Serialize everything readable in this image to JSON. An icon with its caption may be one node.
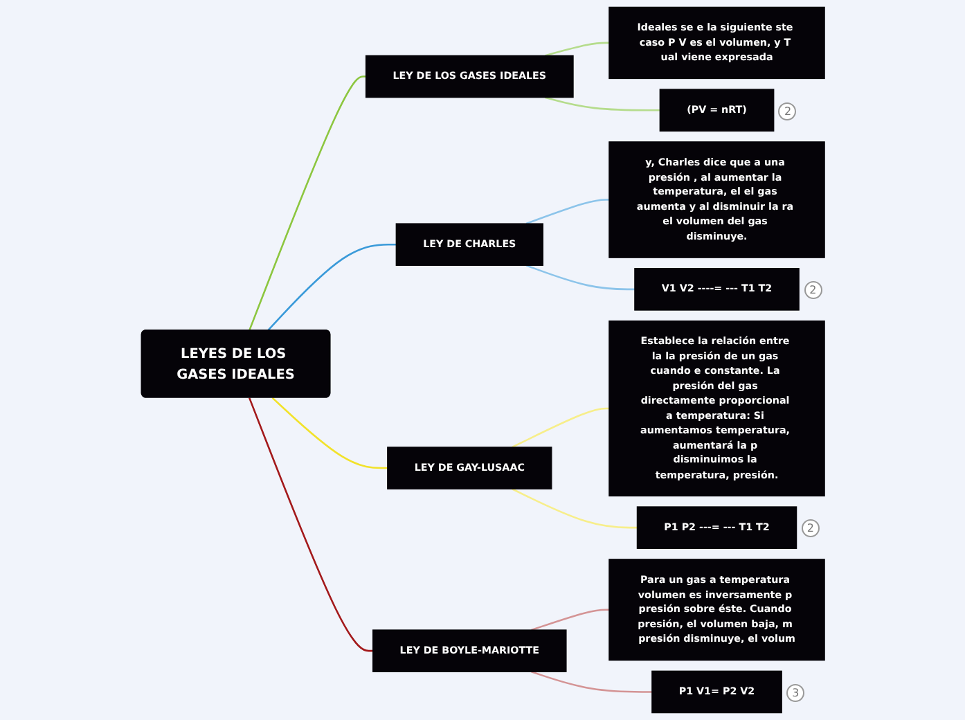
{
  "diagram": {
    "nodes": [
      {
        "text": [
          "LEYES DE LOS GASES IDEALES"
        ]
      },
      {
        "text": [
          "LEY DE LOS GASES IDEALES"
        ]
      },
      {
        "text": [
          "Ideales se e la siguiente ste caso P V es el volumen, y T ual viene expresada"
        ]
      },
      {
        "text": [
          "(PV = nRT)"
        ],
        "beside": [
          "2"
        ]
      },
      {
        "text": [
          "LEY DE CHARLES"
        ]
      },
      {
        "text": [
          "y, Charles dice que a una presión , al aumentar la temperatura, el el gas aumenta y al disminuir la ra el volumen del gas disminuye."
        ]
      },
      {
        "text": [
          "V1 V2 ----= --- T1 T2"
        ],
        "beside": [
          "2"
        ]
      },
      {
        "text": [
          "LEY DE GAY-LUSAAC"
        ]
      },
      {
        "text": [
          "Establece la relación entre la la presión de un gas cuando e constante. La presión del gas directamente proporcional a temperatura: Si aumentamos temperatura, aumentará la p disminuimos la temperatura, presión."
        ]
      },
      {
        "text": [
          "P1 P2 ---= --- T1 T2"
        ],
        "beside": [
          "2"
        ]
      },
      {
        "text": [
          "LEY DE BOYLE-MARIOTTE"
        ]
      },
      {
        "text": [
          "Para un gas a temperatura volumen es inversamente p presión sobre éste. Cuando presión, el volumen baja, m presión disminuye, el volum"
        ]
      },
      {
        "text": [
          "P1 V1= P2 V2"
        ],
        "beside": [
          "3"
        ]
      }
    ],
    "edges": [
      {
        "from": 0,
        "to": 1,
        "arrow": "none",
        "color": "#8cc63f"
      },
      {
        "from": 1,
        "to": 2,
        "arrow": "none",
        "color": "#b5dc8c"
      },
      {
        "from": 1,
        "to": 3,
        "arrow": "none",
        "color": "#b5dc8c"
      },
      {
        "from": 0,
        "to": 4,
        "arrow": "none",
        "color": "#3a9ad9"
      },
      {
        "from": 4,
        "to": 5,
        "arrow": "none",
        "color": "#8cc4ea"
      },
      {
        "from": 4,
        "to": 6,
        "arrow": "none",
        "color": "#8cc4ea"
      },
      {
        "from": 0,
        "to": 7,
        "arrow": "none",
        "color": "#f2e22a"
      },
      {
        "from": 7,
        "to": 8,
        "arrow": "none",
        "color": "#f7ee8a"
      },
      {
        "from": 7,
        "to": 9,
        "arrow": "none",
        "color": "#f7ee8a"
      },
      {
        "from": 0,
        "to": 10,
        "arrow": "none",
        "color": "#a3191b"
      },
      {
        "from": 10,
        "to": 11,
        "arrow": "none",
        "color": "#d49495"
      },
      {
        "from": 10,
        "to": 12,
        "arrow": "none",
        "color": "#d49495"
      }
    ]
  }
}
